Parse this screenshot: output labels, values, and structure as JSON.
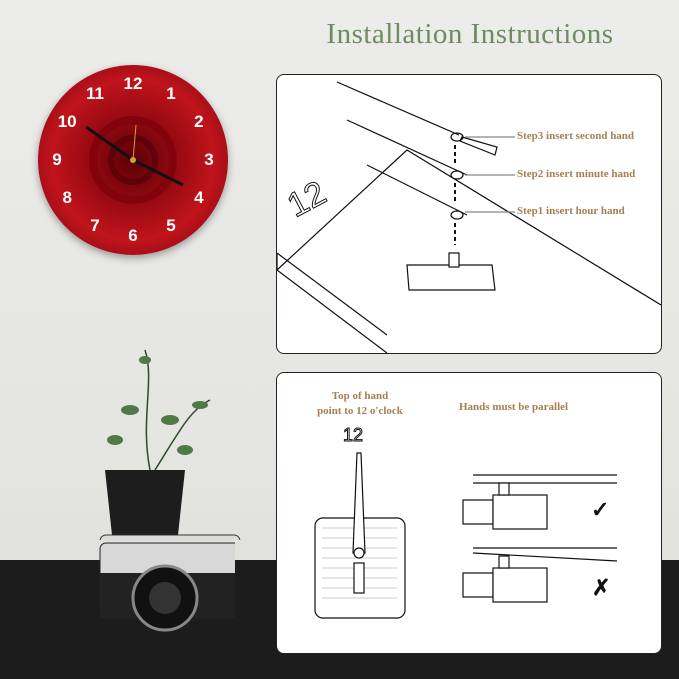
{
  "title": "Installation Instructions",
  "clock": {
    "numerals": [
      "12",
      "1",
      "2",
      "3",
      "4",
      "5",
      "6",
      "7",
      "8",
      "9",
      "10",
      "11"
    ]
  },
  "panel1": {
    "dial_number": "12",
    "steps": [
      "Step3 insert second hand",
      "Step2 insert minute hand",
      "Step1 insert hour hand"
    ]
  },
  "panel2": {
    "left_caption_line1": "Top of hand",
    "left_caption_line2": "point to 12 o'clock",
    "dial_number": "12",
    "right_caption": "Hands must be parallel",
    "correct_mark": "✓",
    "wrong_mark": "✗"
  },
  "colors": {
    "title": "#6e8b62",
    "caption": "#a57f52",
    "clock_red": "#c0141c"
  }
}
